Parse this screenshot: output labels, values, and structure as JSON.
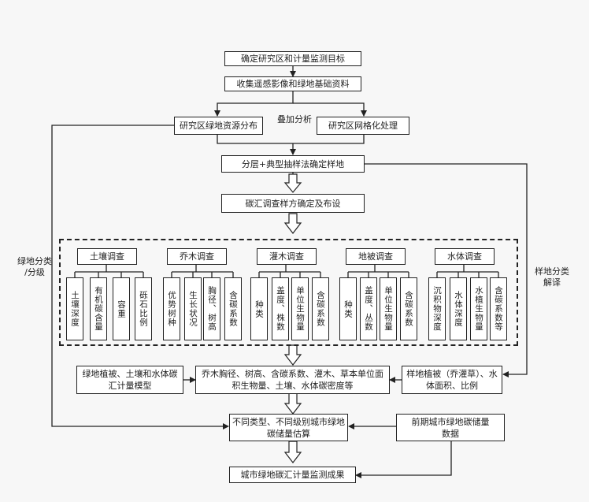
{
  "steps": {
    "s1": "确定研究区和计量监测目标",
    "s2": "收集遥感影像和绿地基础资料",
    "overlay": "叠加分析",
    "left_res": "研究区绿地资源分布",
    "grid": "研究区网格化处理",
    "sampling": "分层+典型抽样法确定样地",
    "plots": "碳汇调查样方确定及布设"
  },
  "side_left": "绿地分类\n/分级",
  "side_right": "样地分类\n解译",
  "surveys": [
    {
      "title": "土壤调查",
      "items": [
        "土壤深度",
        "有机碳含量",
        "容重",
        "砾石比例"
      ]
    },
    {
      "title": "乔木调查",
      "items": [
        "优势树种",
        "生长状况",
        "胸径、树高",
        "含碳系数"
      ]
    },
    {
      "title": "灌木调查",
      "items": [
        "种类",
        "盖度、株数",
        "单位生物量",
        "含碳系数"
      ]
    },
    {
      "title": "地被调查",
      "items": [
        "种类",
        "盖度、丛数",
        "单位生物量",
        "含碳系数"
      ]
    },
    {
      "title": "水体调查",
      "items": [
        "沉积物深度",
        "水体深度",
        "水植生物量",
        "含碳系数等"
      ]
    }
  ],
  "models": {
    "left": "绿地植被、土壤和水体碳\n汇计量模型",
    "middle": "乔木胸径、树高、含碳系数、灌木、草本单位面\n积生物量、土壤、水体碳密度等",
    "right": "样地植被（乔灌草）、水\n体面积、比例"
  },
  "estimate": "不同类型、不同级别城市绿地\n碳储量估算",
  "prior": "前期城市绿地碳储量\n数据",
  "result": "城市绿地碳汇计量监测成果"
}
